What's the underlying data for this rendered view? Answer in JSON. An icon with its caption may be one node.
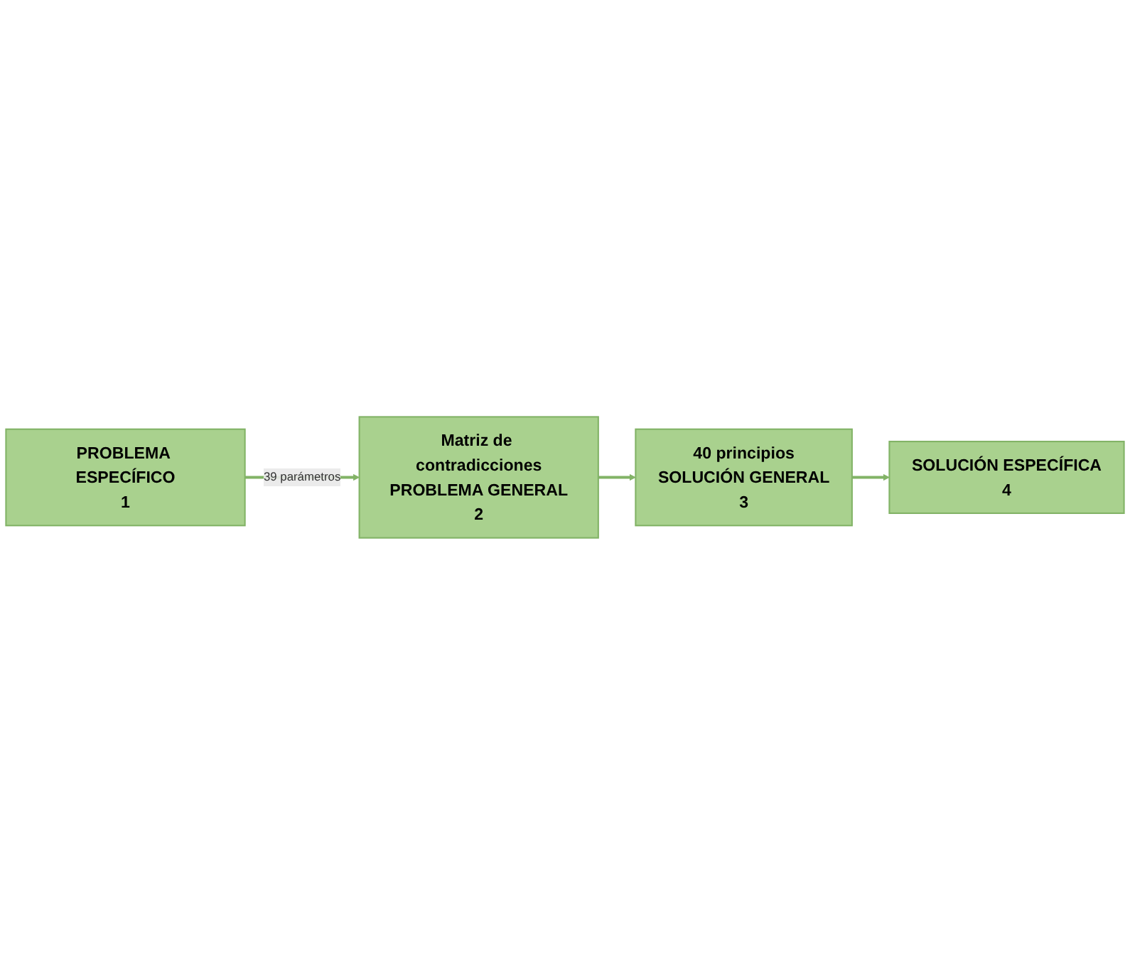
{
  "diagram": {
    "nodes": [
      {
        "text": [
          "Matriz de contradicciones",
          "PROBLEMA GENERAL",
          "2"
        ]
      },
      {
        "text": [
          "40 principios",
          "SOLUCIÓN GENERAL",
          "3"
        ]
      },
      {
        "text": [
          "PROBLEMA ESPECÍFICO",
          "1"
        ]
      },
      {
        "text": [
          "SOLUCIÓN ESPECÍFICA",
          "4"
        ]
      }
    ],
    "edges": [
      {
        "from": 2,
        "to": 0,
        "arrow": "to",
        "label": "39 parámetros"
      },
      {
        "from": 0,
        "to": 1,
        "arrow": "to"
      },
      {
        "from": 1,
        "to": 3,
        "arrow": "to"
      }
    ]
  }
}
